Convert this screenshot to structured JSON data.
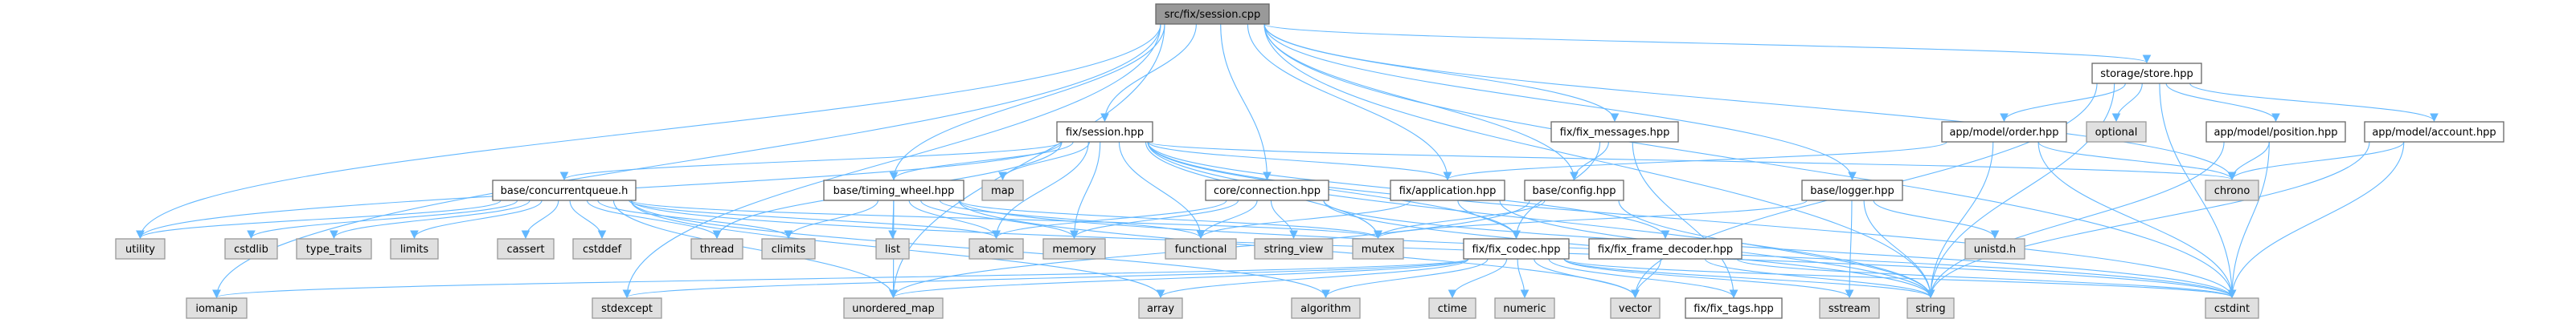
{
  "title": "Include dependency graph for src/fix/session.cpp",
  "colors": {
    "edge": "#63b8ff",
    "root_fill": "#999999",
    "root_stroke": "#666666",
    "project_fill": "#ffffff",
    "project_stroke": "#666666",
    "system_fill": "#e0e0e0",
    "system_stroke": "#999999"
  },
  "nodes": [
    {
      "id": "session_cpp",
      "label": "src/fix/session.cpp",
      "kind": "root",
      "row": 0
    },
    {
      "id": "store",
      "label": "storage/store.hpp",
      "kind": "project",
      "row": 1
    },
    {
      "id": "session_hpp",
      "label": "fix/session.hpp",
      "kind": "project",
      "row": 2
    },
    {
      "id": "fix_messages",
      "label": "fix/fix_messages.hpp",
      "kind": "project",
      "row": 2
    },
    {
      "id": "order",
      "label": "app/model/order.hpp",
      "kind": "project",
      "row": 2
    },
    {
      "id": "optional",
      "label": "optional",
      "kind": "system",
      "row": 2
    },
    {
      "id": "position",
      "label": "app/model/position.hpp",
      "kind": "project",
      "row": 2
    },
    {
      "id": "account",
      "label": "app/model/account.hpp",
      "kind": "project",
      "row": 2
    },
    {
      "id": "concurrentqueue",
      "label": "base/concurrentqueue.h",
      "kind": "project",
      "row": 3
    },
    {
      "id": "timing_wheel",
      "label": "base/timing_wheel.hpp",
      "kind": "project",
      "row": 3
    },
    {
      "id": "map",
      "label": "map",
      "kind": "system",
      "row": 3
    },
    {
      "id": "connection",
      "label": "core/connection.hpp",
      "kind": "project",
      "row": 3
    },
    {
      "id": "application",
      "label": "fix/application.hpp",
      "kind": "project",
      "row": 3
    },
    {
      "id": "config",
      "label": "base/config.hpp",
      "kind": "project",
      "row": 3
    },
    {
      "id": "logger",
      "label": "base/logger.hpp",
      "kind": "project",
      "row": 3
    },
    {
      "id": "chrono",
      "label": "chrono",
      "kind": "system",
      "row": 3
    },
    {
      "id": "utility",
      "label": "utility",
      "kind": "system",
      "row": 4
    },
    {
      "id": "cstdlib",
      "label": "cstdlib",
      "kind": "system",
      "row": 4
    },
    {
      "id": "type_traits",
      "label": "type_traits",
      "kind": "system",
      "row": 4
    },
    {
      "id": "limits",
      "label": "limits",
      "kind": "system",
      "row": 4
    },
    {
      "id": "cassert",
      "label": "cassert",
      "kind": "system",
      "row": 4
    },
    {
      "id": "cstddef",
      "label": "cstddef",
      "kind": "system",
      "row": 4
    },
    {
      "id": "thread",
      "label": "thread",
      "kind": "system",
      "row": 4
    },
    {
      "id": "climits",
      "label": "climits",
      "kind": "system",
      "row": 4
    },
    {
      "id": "list",
      "label": "list",
      "kind": "system",
      "row": 4
    },
    {
      "id": "atomic",
      "label": "atomic",
      "kind": "system",
      "row": 4
    },
    {
      "id": "memory",
      "label": "memory",
      "kind": "system",
      "row": 4
    },
    {
      "id": "functional",
      "label": "functional",
      "kind": "system",
      "row": 4
    },
    {
      "id": "string_view",
      "label": "string_view",
      "kind": "system",
      "row": 4
    },
    {
      "id": "mutex",
      "label": "mutex",
      "kind": "system",
      "row": 4
    },
    {
      "id": "fix_codec",
      "label": "fix/fix_codec.hpp",
      "kind": "project",
      "row": 4
    },
    {
      "id": "frame_decoder",
      "label": "fix/fix_frame_decoder.hpp",
      "kind": "project",
      "row": 4
    },
    {
      "id": "unistd",
      "label": "unistd.h",
      "kind": "system",
      "row": 4
    },
    {
      "id": "iomanip",
      "label": "iomanip",
      "kind": "system",
      "row": 5
    },
    {
      "id": "stdexcept",
      "label": "stdexcept",
      "kind": "system",
      "row": 5
    },
    {
      "id": "unordered_map",
      "label": "unordered_map",
      "kind": "system",
      "row": 5
    },
    {
      "id": "array",
      "label": "array",
      "kind": "system",
      "row": 5
    },
    {
      "id": "algorithm",
      "label": "algorithm",
      "kind": "system",
      "row": 5
    },
    {
      "id": "ctime",
      "label": "ctime",
      "kind": "system",
      "row": 5
    },
    {
      "id": "numeric",
      "label": "numeric",
      "kind": "system",
      "row": 5
    },
    {
      "id": "vector",
      "label": "vector",
      "kind": "system",
      "row": 5
    },
    {
      "id": "fix_tags",
      "label": "fix/fix_tags.hpp",
      "kind": "project",
      "row": 5
    },
    {
      "id": "sstream",
      "label": "sstream",
      "kind": "system",
      "row": 5
    },
    {
      "id": "string",
      "label": "string",
      "kind": "system",
      "row": 5
    },
    {
      "id": "cstdint",
      "label": "cstdint",
      "kind": "system",
      "row": 5
    }
  ],
  "edges": [
    [
      "session_cpp",
      "session_hpp"
    ],
    [
      "session_cpp",
      "store"
    ],
    [
      "session_cpp",
      "fix_messages"
    ],
    [
      "session_cpp",
      "timing_wheel"
    ],
    [
      "session_cpp",
      "connection"
    ],
    [
      "session_cpp",
      "application"
    ],
    [
      "session_cpp",
      "config"
    ],
    [
      "session_cpp",
      "logger"
    ],
    [
      "session_cpp",
      "utility"
    ],
    [
      "session_cpp",
      "iomanip"
    ],
    [
      "session_cpp",
      "stdexcept"
    ],
    [
      "session_cpp",
      "unordered_map"
    ],
    [
      "session_cpp",
      "chrono"
    ],
    [
      "session_cpp",
      "string"
    ],
    [
      "session_cpp",
      "cstdint"
    ],
    [
      "store",
      "order"
    ],
    [
      "store",
      "optional"
    ],
    [
      "store",
      "position"
    ],
    [
      "store",
      "account"
    ],
    [
      "store",
      "string"
    ],
    [
      "store",
      "vector"
    ],
    [
      "store",
      "cstdint"
    ],
    [
      "order",
      "chrono"
    ],
    [
      "order",
      "string"
    ],
    [
      "order",
      "cstdint"
    ],
    [
      "order",
      "application"
    ],
    [
      "position",
      "chrono"
    ],
    [
      "position",
      "string"
    ],
    [
      "position",
      "cstdint"
    ],
    [
      "account",
      "chrono"
    ],
    [
      "account",
      "string"
    ],
    [
      "account",
      "cstdint"
    ],
    [
      "session_hpp",
      "concurrentqueue"
    ],
    [
      "session_hpp",
      "timing_wheel"
    ],
    [
      "session_hpp",
      "map"
    ],
    [
      "session_hpp",
      "thread"
    ],
    [
      "session_hpp",
      "atomic"
    ],
    [
      "session_hpp",
      "memory"
    ],
    [
      "session_hpp",
      "functional"
    ],
    [
      "session_hpp",
      "application"
    ],
    [
      "session_hpp",
      "fix_codec"
    ],
    [
      "session_hpp",
      "frame_decoder"
    ],
    [
      "session_hpp",
      "chrono"
    ],
    [
      "session_hpp",
      "string"
    ],
    [
      "session_hpp",
      "cstdint"
    ],
    [
      "session_hpp",
      "mutex"
    ],
    [
      "session_hpp",
      "utility"
    ],
    [
      "fix_messages",
      "config"
    ],
    [
      "fix_messages",
      "fix_codec"
    ],
    [
      "fix_messages",
      "fix_tags"
    ],
    [
      "concurrentqueue",
      "utility"
    ],
    [
      "concurrentqueue",
      "cstdlib"
    ],
    [
      "concurrentqueue",
      "type_traits"
    ],
    [
      "concurrentqueue",
      "limits"
    ],
    [
      "concurrentqueue",
      "cassert"
    ],
    [
      "concurrentqueue",
      "cstddef"
    ],
    [
      "concurrentqueue",
      "thread"
    ],
    [
      "concurrentqueue",
      "climits"
    ],
    [
      "concurrentqueue",
      "atomic"
    ],
    [
      "concurrentqueue",
      "mutex"
    ],
    [
      "concurrentqueue",
      "array"
    ],
    [
      "concurrentqueue",
      "algorithm"
    ],
    [
      "concurrentqueue",
      "cstdint"
    ],
    [
      "concurrentqueue",
      "unordered_map"
    ],
    [
      "timing_wheel",
      "climits"
    ],
    [
      "timing_wheel",
      "list"
    ],
    [
      "timing_wheel",
      "atomic"
    ],
    [
      "timing_wheel",
      "memory"
    ],
    [
      "timing_wheel",
      "functional"
    ],
    [
      "timing_wheel",
      "unordered_map"
    ],
    [
      "timing_wheel",
      "vector"
    ],
    [
      "timing_wheel",
      "mutex"
    ],
    [
      "timing_wheel",
      "cstdint"
    ],
    [
      "connection",
      "atomic"
    ],
    [
      "connection",
      "memory"
    ],
    [
      "connection",
      "functional"
    ],
    [
      "connection",
      "string_view"
    ],
    [
      "connection",
      "string"
    ],
    [
      "connection",
      "cstdint"
    ],
    [
      "application",
      "functional"
    ],
    [
      "application",
      "fix_codec"
    ],
    [
      "application",
      "string"
    ],
    [
      "config",
      "mutex"
    ],
    [
      "config",
      "string"
    ],
    [
      "config",
      "unordered_map"
    ],
    [
      "logger",
      "mutex"
    ],
    [
      "logger",
      "sstream"
    ],
    [
      "logger",
      "unistd"
    ],
    [
      "logger",
      "string"
    ],
    [
      "fix_codec",
      "unordered_map"
    ],
    [
      "fix_codec",
      "array"
    ],
    [
      "fix_codec",
      "algorithm"
    ],
    [
      "fix_codec",
      "ctime"
    ],
    [
      "fix_codec",
      "numeric"
    ],
    [
      "fix_codec",
      "vector"
    ],
    [
      "fix_codec",
      "fix_tags"
    ],
    [
      "fix_codec",
      "sstream"
    ],
    [
      "fix_codec",
      "string"
    ],
    [
      "fix_codec",
      "cstdint"
    ],
    [
      "fix_codec",
      "iomanip"
    ],
    [
      "fix_codec",
      "stdexcept"
    ],
    [
      "frame_decoder",
      "vector"
    ],
    [
      "frame_decoder",
      "string"
    ],
    [
      "frame_decoder",
      "cstdint"
    ]
  ]
}
